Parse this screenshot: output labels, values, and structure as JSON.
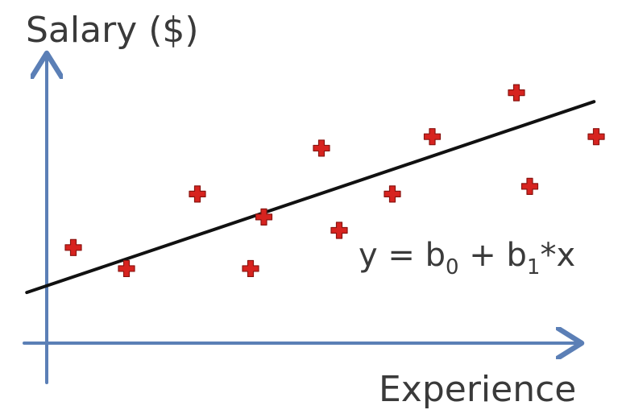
{
  "chart_data": {
    "type": "scatter",
    "ylabel": "Salary ($)",
    "xlabel": "Experience",
    "colors": {
      "axis": "#5b7fb6",
      "marker": "#d7231f",
      "marker_outline": "#8a1410",
      "regression_line": "#111111",
      "text": "#3a3a3a"
    },
    "points": [
      {
        "x": 0.6,
        "y": 5.0
      },
      {
        "x": 1.8,
        "y": 3.9
      },
      {
        "x": 3.4,
        "y": 7.8
      },
      {
        "x": 4.6,
        "y": 3.9
      },
      {
        "x": 4.9,
        "y": 6.6
      },
      {
        "x": 6.2,
        "y": 10.2
      },
      {
        "x": 6.6,
        "y": 5.9
      },
      {
        "x": 7.8,
        "y": 7.8
      },
      {
        "x": 8.7,
        "y": 10.8
      },
      {
        "x": 10.6,
        "y": 13.1
      },
      {
        "x": 10.9,
        "y": 8.2
      },
      {
        "x": 12.4,
        "y": 10.8
      }
    ],
    "regression_line": {
      "intercept": 3.0,
      "slope": 0.78
    },
    "xlim": [
      0,
      12
    ],
    "ylim": [
      0,
      15
    ],
    "grid": false,
    "legend": "none",
    "annotation": {
      "prefix": "y = b",
      "sub0": "0",
      "middle": " + b",
      "sub1": "1",
      "suffix": "*x"
    }
  }
}
